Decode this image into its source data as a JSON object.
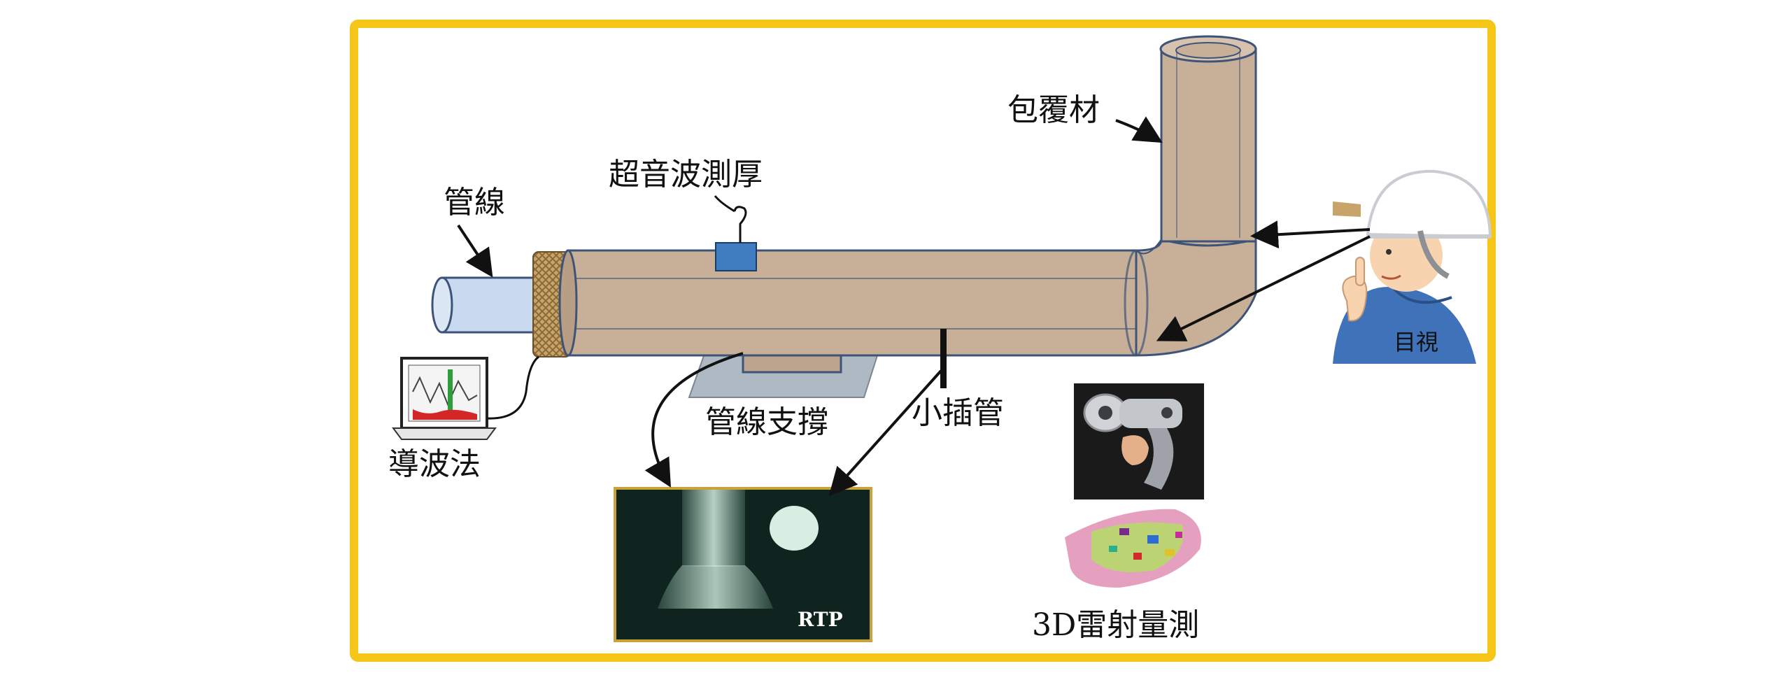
{
  "labels": {
    "pipeline": "管線",
    "ultrasonic_thickness": "超音波測厚",
    "cladding": "包覆材",
    "guided_wave": "導波法",
    "pipe_support": "管線支撐",
    "small_bore_pipe": "小插管",
    "visual": "目視",
    "laser_3d": "3D雷射量測",
    "rtp": "RTP"
  },
  "colors": {
    "frame": "#F5C518",
    "pipe_bare": "#C9D9EF",
    "cladding": "#C8AF98",
    "cladding_edge": "#3D5478",
    "ultrasonic_probe": "#3F7CC0",
    "support": "#9AA6B4",
    "arrow": "#111111"
  },
  "icons": [
    "laptop-icon",
    "worker-icon",
    "laser-scanner-icon",
    "laser-scan-map-icon",
    "rtp-image-icon",
    "insulation-ring-icon"
  ]
}
